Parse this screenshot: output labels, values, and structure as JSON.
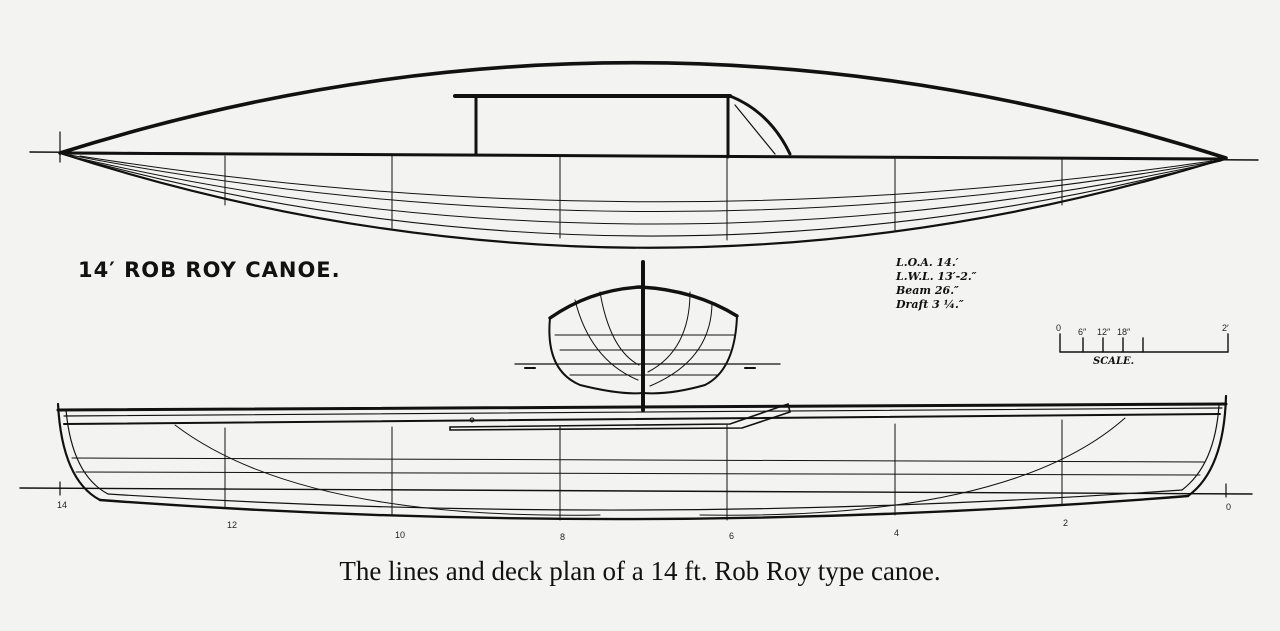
{
  "drawing": {
    "title": "14′ ROB ROY CANOE.",
    "caption": "The lines and deck plan of a 14 ft. Rob Roy type canoe.",
    "specs": {
      "loa": "L.O.A. 14.′",
      "lwl": "L.W.L. 13′-2.″",
      "beam": "Beam 26.″",
      "draft": "Draft 3 ¼.″"
    },
    "scale": {
      "label": "SCALE.",
      "ticks": [
        "0",
        "6″",
        "12″",
        "18″",
        "2′"
      ]
    },
    "stations": [
      "14",
      "12",
      "10",
      "8",
      "6",
      "4",
      "2",
      "0"
    ]
  },
  "colors": {
    "ink": "#111111",
    "paper": "#f3f3f1"
  }
}
